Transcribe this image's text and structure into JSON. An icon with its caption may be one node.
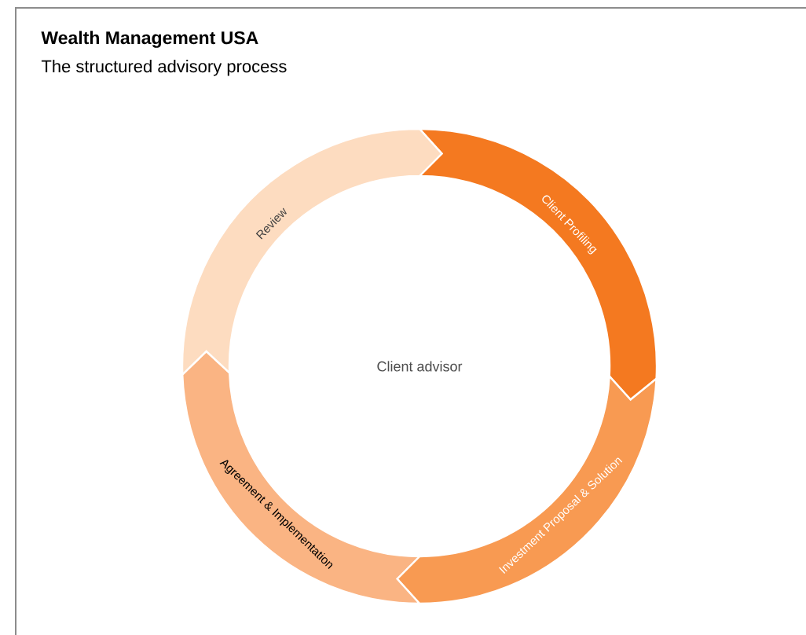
{
  "diagram": {
    "title": "Wealth Management USA",
    "nodes": [
      {
        "text": [
          "Client Profiling"
        ]
      },
      {
        "text": [
          "Investment Proposal & Solution"
        ]
      },
      {
        "text": [
          "Agreement & Implementation"
        ]
      },
      {
        "text": [
          "Review"
        ]
      },
      {
        "text": [
          "Client advisor"
        ]
      }
    ],
    "labels": [
      "The structured advisory process"
    ]
  }
}
